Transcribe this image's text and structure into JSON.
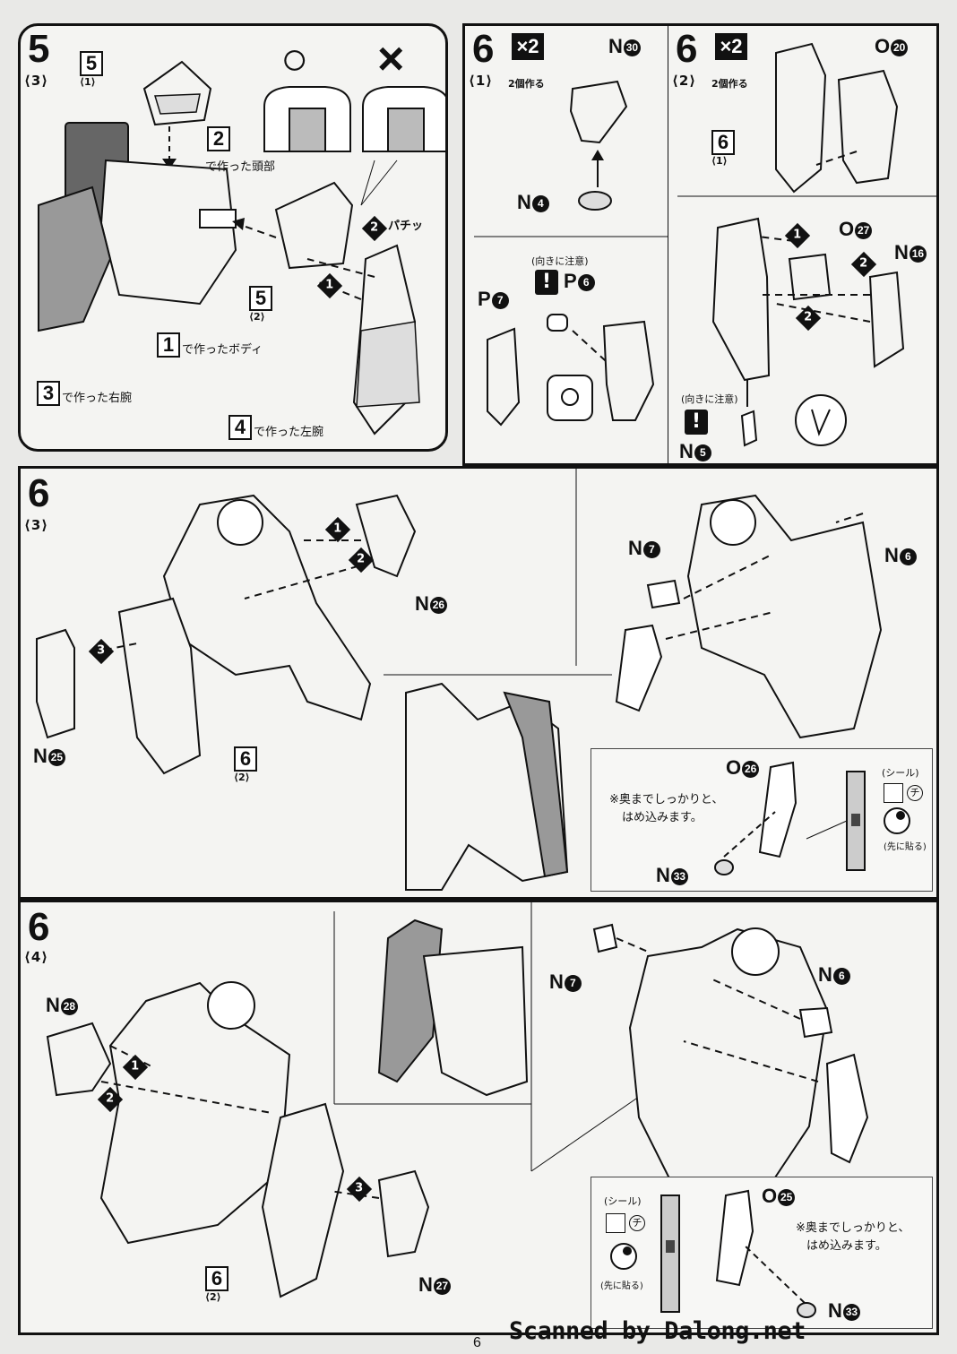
{
  "page": {
    "page_number": "6",
    "watermark": "Scanned by Dalong.net"
  },
  "step5_3": {
    "step": "5",
    "sub": "⟨3⟩",
    "ok_symbol": "○",
    "ng_symbol": "×",
    "ref_5_1": {
      "num": "5",
      "sub": "⟨1⟩"
    },
    "ref_2": {
      "num": "2",
      "text": "で作った頭部"
    },
    "ref_5_2": {
      "num": "5",
      "sub": "⟨2⟩"
    },
    "ref_1": {
      "num": "1",
      "text": "で作ったボディ"
    },
    "ref_3": {
      "num": "3",
      "text": "で作った右腕"
    },
    "ref_4": {
      "num": "4",
      "text": "で作った左腕"
    },
    "click_text": "パチッ",
    "arrows": [
      "1",
      "2"
    ]
  },
  "step6_1": {
    "step": "6",
    "sub": "⟨1⟩",
    "multiplier": "×2",
    "make_two": "2個作る",
    "caution": "(向きに注意)",
    "parts": [
      {
        "letter": "N",
        "num": "30"
      },
      {
        "letter": "N",
        "num": "4"
      },
      {
        "letter": "P",
        "num": "7"
      },
      {
        "letter": "P",
        "num": "6"
      }
    ]
  },
  "step6_2": {
    "step": "6",
    "sub": "⟨2⟩",
    "multiplier": "×2",
    "make_two": "2個作る",
    "ref_6_1": {
      "num": "6",
      "sub": "⟨1⟩"
    },
    "caution": "(向きに注意)",
    "parts": [
      {
        "letter": "O",
        "num": "20"
      },
      {
        "letter": "O",
        "num": "27"
      },
      {
        "letter": "N",
        "num": "16"
      },
      {
        "letter": "N",
        "num": "5"
      }
    ],
    "arrows": [
      "1",
      "2",
      "2"
    ]
  },
  "step6_3": {
    "step": "6",
    "sub": "⟨3⟩",
    "parts": [
      {
        "letter": "N",
        "num": "26"
      },
      {
        "letter": "N",
        "num": "25"
      },
      {
        "letter": "N",
        "num": "7"
      },
      {
        "letter": "N",
        "num": "6"
      }
    ],
    "ref_6_2": {
      "num": "6",
      "sub": "⟨2⟩"
    },
    "arrows": [
      "1",
      "2",
      "3"
    ],
    "inset": {
      "part_o": {
        "letter": "O",
        "num": "26"
      },
      "part_n": {
        "letter": "N",
        "num": "33"
      },
      "note_line1": "※奥までしっかりと、",
      "note_line2": "はめ込みます。",
      "seal_label": "(シール)",
      "seal_code": "チ",
      "seal_first": "(先に貼る)"
    }
  },
  "step6_4": {
    "step": "6",
    "sub": "⟨4⟩",
    "parts": [
      {
        "letter": "N",
        "num": "28"
      },
      {
        "letter": "N",
        "num": "27"
      },
      {
        "letter": "N",
        "num": "7"
      },
      {
        "letter": "N",
        "num": "6"
      }
    ],
    "ref_6_2": {
      "num": "6",
      "sub": "⟨2⟩"
    },
    "arrows": [
      "1",
      "2",
      "3"
    ],
    "inset": {
      "part_o": {
        "letter": "O",
        "num": "25"
      },
      "part_n": {
        "letter": "N",
        "num": "33"
      },
      "note_line1": "※奥までしっかりと、",
      "note_line2": "はめ込みます。",
      "seal_label": "(シール)",
      "seal_code": "チ",
      "seal_first": "(先に貼る)"
    }
  }
}
